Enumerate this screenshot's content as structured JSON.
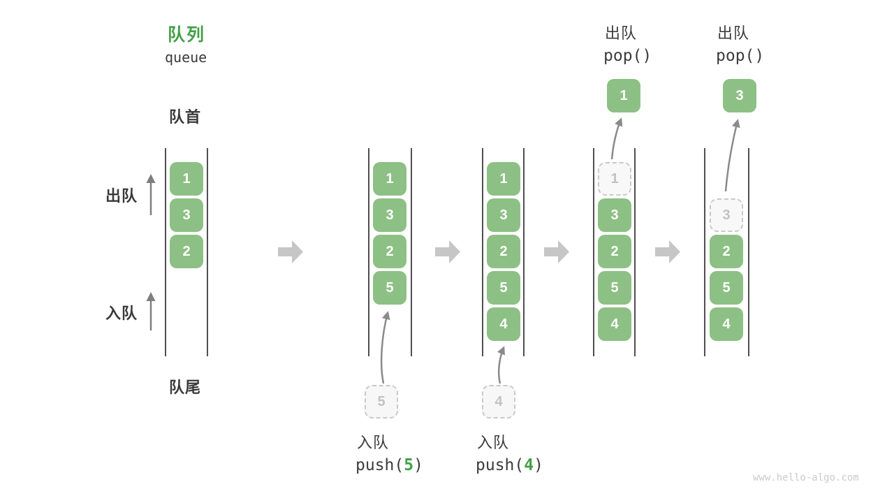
{
  "title": {
    "zh": "队列",
    "en": "queue"
  },
  "side_labels": {
    "front": "队首",
    "rear": "队尾",
    "dequeue": "出队",
    "enqueue": "入队"
  },
  "states": [
    {
      "name": "initial",
      "cells": [
        "1",
        "3",
        "2"
      ]
    },
    {
      "name": "after-push-5",
      "cells": [
        "1",
        "3",
        "2",
        "5"
      ],
      "staged": "5"
    },
    {
      "name": "after-push-4",
      "cells": [
        "1",
        "3",
        "2",
        "5",
        "4"
      ],
      "staged": "4"
    },
    {
      "name": "after-pop-1",
      "ghost": "1",
      "cells": [
        "3",
        "2",
        "5",
        "4"
      ],
      "popped": "1"
    },
    {
      "name": "after-pop-3",
      "ghost": "3",
      "cells": [
        "2",
        "5",
        "4"
      ],
      "popped": "3"
    }
  ],
  "operations": {
    "push5": {
      "label": "入队",
      "fn_open": "push(",
      "arg": "5",
      "fn_close": ")"
    },
    "push4": {
      "label": "入队",
      "fn_open": "push(",
      "arg": "4",
      "fn_close": ")"
    },
    "pop1": {
      "label": "出队",
      "code": "pop()"
    },
    "pop2": {
      "label": "出队",
      "code": "pop()"
    }
  },
  "colors": {
    "accent_green": "#43a047",
    "cell_green": "#8dc084",
    "wall_dark": "#4f4f4f",
    "flow_arrow_gray": "#c6c6c6",
    "thin_arrow_gray": "#7e7e7e",
    "ghost_gray": "#c2c2c2",
    "text_dark": "#3c3c3c"
  },
  "meta": {
    "watermark": "www.hello-algo.com"
  }
}
